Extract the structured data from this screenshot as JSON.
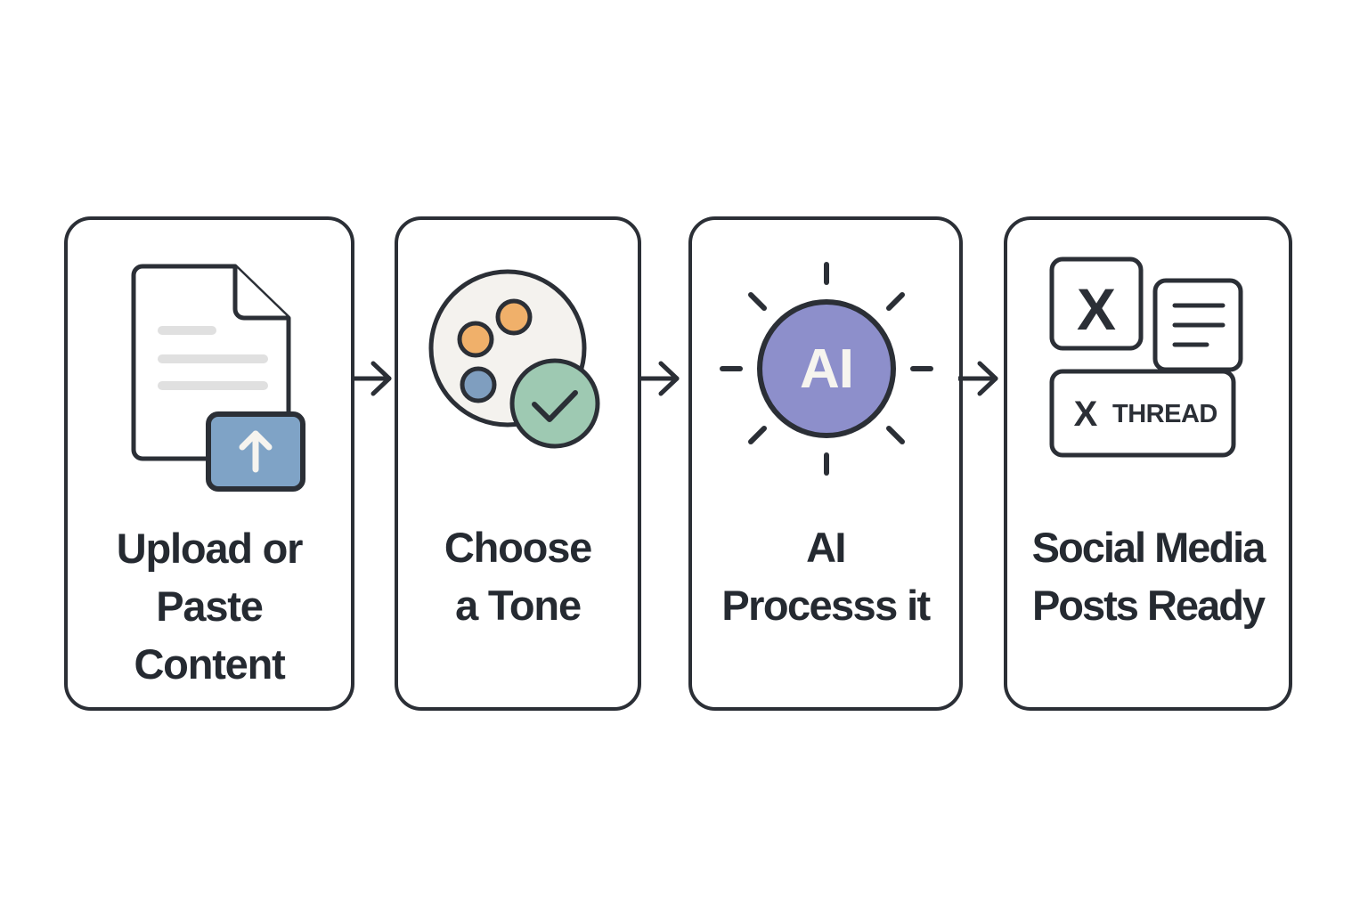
{
  "diagram": {
    "type": "process-flow",
    "colors": {
      "stroke": "#2b2f36",
      "text": "#252a31",
      "upload_blue": "#7fa3c6",
      "palette_fill": "#f4f2ee",
      "dot_orange": "#f0b06a",
      "dot_blue": "#7f9ebf",
      "check_green": "#9ec9b2",
      "ai_purple": "#8d8fcb",
      "line_gray": "#e0e0e0"
    },
    "steps": [
      {
        "label": "Upload or\nPaste\nContent",
        "icon": "document-upload-icon"
      },
      {
        "label": "Choose\na Tone",
        "icon": "palette-check-icon"
      },
      {
        "label": "AI\nProcesss it",
        "icon": "ai-sun-icon",
        "badge_text": "AI"
      },
      {
        "label": "Social Media\nPosts Ready",
        "icon": "social-posts-icon",
        "thread_text": "THREAD",
        "x_glyph": "X"
      }
    ],
    "connectors": [
      "arrow-right",
      "arrow-right",
      "arrow-right"
    ]
  }
}
